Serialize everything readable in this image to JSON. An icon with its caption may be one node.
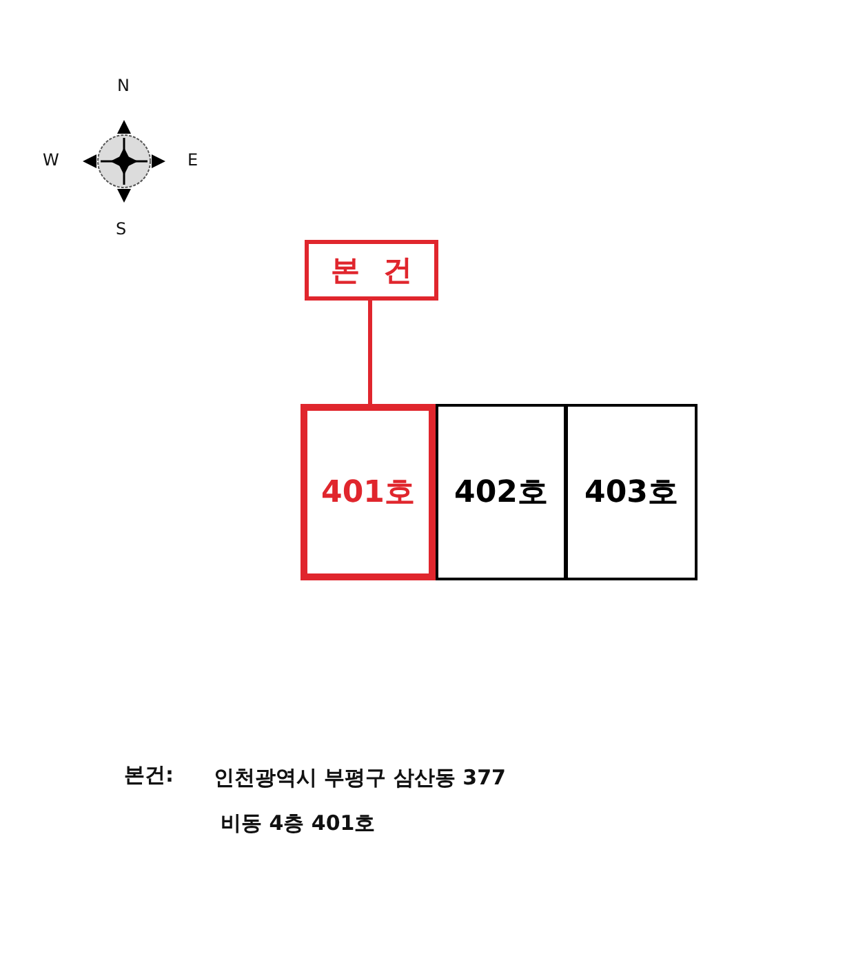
{
  "diagram": {
    "nodes": [
      {
        "text": [
          "본 건"
        ]
      },
      {
        "text": [
          "401호"
        ]
      },
      {
        "text": [
          "402호"
        ]
      },
      {
        "text": [
          "403호"
        ]
      }
    ],
    "edges": [
      {
        "from": 0,
        "to": 1,
        "arrow": "none",
        "color": "#e0262d"
      }
    ],
    "labels": [
      "N",
      "W",
      "E",
      "S",
      "본건:",
      "인천광역시 부평구 삼산동 377",
      "비동 4층 401호"
    ]
  }
}
